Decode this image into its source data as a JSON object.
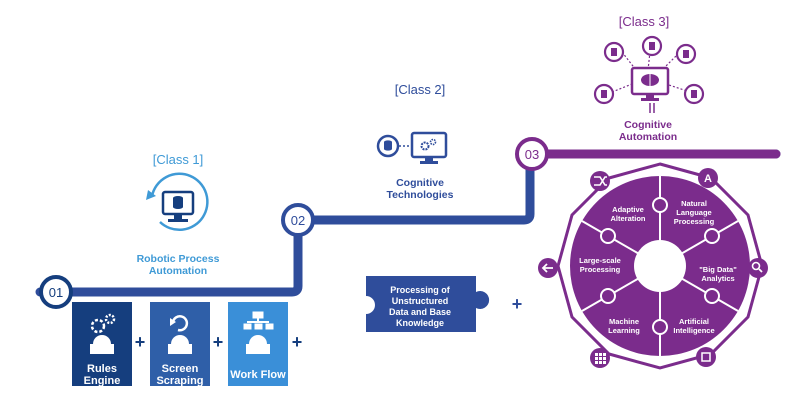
{
  "classes": {
    "class1": "[Class 1]",
    "class2": "[Class 2]",
    "class3": "[Class 3]"
  },
  "steps": {
    "s1": "01",
    "s2": "02",
    "s3": "03"
  },
  "stages": {
    "rpa": {
      "line1": "Robotic Process",
      "line2": "Automation"
    },
    "cog_tech": {
      "line1": "Cognitive",
      "line2": "Technologies"
    },
    "cog_auto": {
      "line1": "Cognitive",
      "line2": "Automation"
    }
  },
  "blocks": {
    "rules": {
      "line1": "Rules",
      "line2": "Engine"
    },
    "screen": {
      "line1": "Screen",
      "line2": "Scraping"
    },
    "workflow": {
      "line1": "Work Flow"
    },
    "plus": "+"
  },
  "puzzle": {
    "line1": "Processing of",
    "line2": "Unstructured",
    "line3": "Data and Base",
    "line4": "Knowledge"
  },
  "wheel": {
    "adaptive": {
      "line1": "Adaptive",
      "line2": "Alteration"
    },
    "nlp": {
      "line1": "Natural",
      "line2": "Language",
      "line3": "Processing"
    },
    "bigdata": {
      "line1": "\"Big Data\"",
      "line2": "Analytics"
    },
    "ai": {
      "line1": "Artificial",
      "line2": "Intelligence"
    },
    "ml": {
      "line1": "Machine",
      "line2": "Learning"
    },
    "large": {
      "line1": "Large-scale",
      "line2": "Processing"
    },
    "icon_a": "A"
  },
  "colors": {
    "blue_dark": "#153e7e",
    "blue_mid": "#2f4d9b",
    "blue_light": "#3a8fd8",
    "teal": "#3f9ad6",
    "purple": "#7b2c8c",
    "purple_dark": "#5e1e6f",
    "grey_text": "#444444"
  },
  "icons": [
    "gears-icon",
    "refresh-icon",
    "hierarchy-icon",
    "database-icon",
    "monitor-icon",
    "brain-icon",
    "shuffle-icon",
    "search-icon",
    "arrow-left-icon",
    "grid-icon",
    "chip-icon"
  ]
}
